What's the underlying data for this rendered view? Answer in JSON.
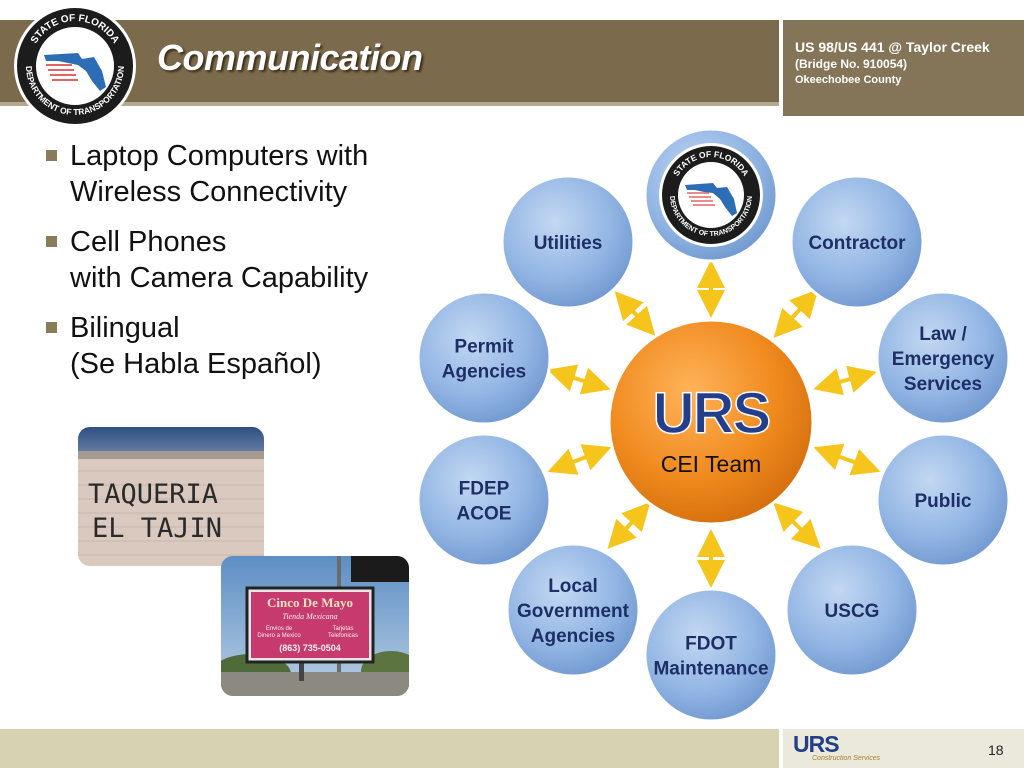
{
  "header": {
    "title": "Communication",
    "project_line1": "US 98/US 441 @ Taylor Creek",
    "project_line2": "(Bridge No. 910054)",
    "project_line3": "Okeechobee County",
    "seal_text_top": "STATE OF FLORIDA",
    "seal_text_bottom": "DEPARTMENT OF TRANSPORTATION"
  },
  "bullets": [
    {
      "line1": "Laptop Computers with",
      "line2": "Wireless Connectivity"
    },
    {
      "line1": "Cell Phones",
      "line2": "with Camera Capability"
    },
    {
      "line1": "Bilingual",
      "line2": "(Se Habla Español)"
    }
  ],
  "photos": {
    "sign1_line1": "TAQUERIA",
    "sign1_line2": "EL TAJIN",
    "sign2_title": "Cinco De Mayo",
    "sign2_sub": "Tienda Mexicana",
    "sign2_left1": "Envios de",
    "sign2_left2": "Dinero a Mexico",
    "sign2_right1": "Tarjetas",
    "sign2_right2": "Telefonicas",
    "sign2_phone": "(863) 735-0504"
  },
  "diagram": {
    "center_logo": "URS",
    "center_label": "CEI Team",
    "nodes": [
      {
        "id": "utilities",
        "lines": [
          "Utilities"
        ]
      },
      {
        "id": "contractor",
        "lines": [
          "Contractor"
        ]
      },
      {
        "id": "permit",
        "lines": [
          "Permit",
          "Agencies"
        ]
      },
      {
        "id": "law",
        "lines": [
          "Law /",
          "Emergency",
          "Services"
        ]
      },
      {
        "id": "fdep",
        "lines": [
          "FDEP",
          "ACOE"
        ]
      },
      {
        "id": "public",
        "lines": [
          "Public"
        ]
      },
      {
        "id": "local",
        "lines": [
          "Local",
          "Government",
          "Agencies"
        ]
      },
      {
        "id": "uscg",
        "lines": [
          "USCG"
        ]
      },
      {
        "id": "fdot",
        "lines": [
          "FDOT",
          "Maintenance"
        ]
      }
    ]
  },
  "footer": {
    "logo": "URS",
    "logo_sub": "Construction Services",
    "page_number": "18"
  },
  "colors": {
    "header_brown": "#7b6b4c",
    "node_blue": "#8db3e2",
    "center_orange": "#ee8a1e",
    "arrow_yellow": "#f6c51b",
    "urs_blue": "#243e8a"
  }
}
